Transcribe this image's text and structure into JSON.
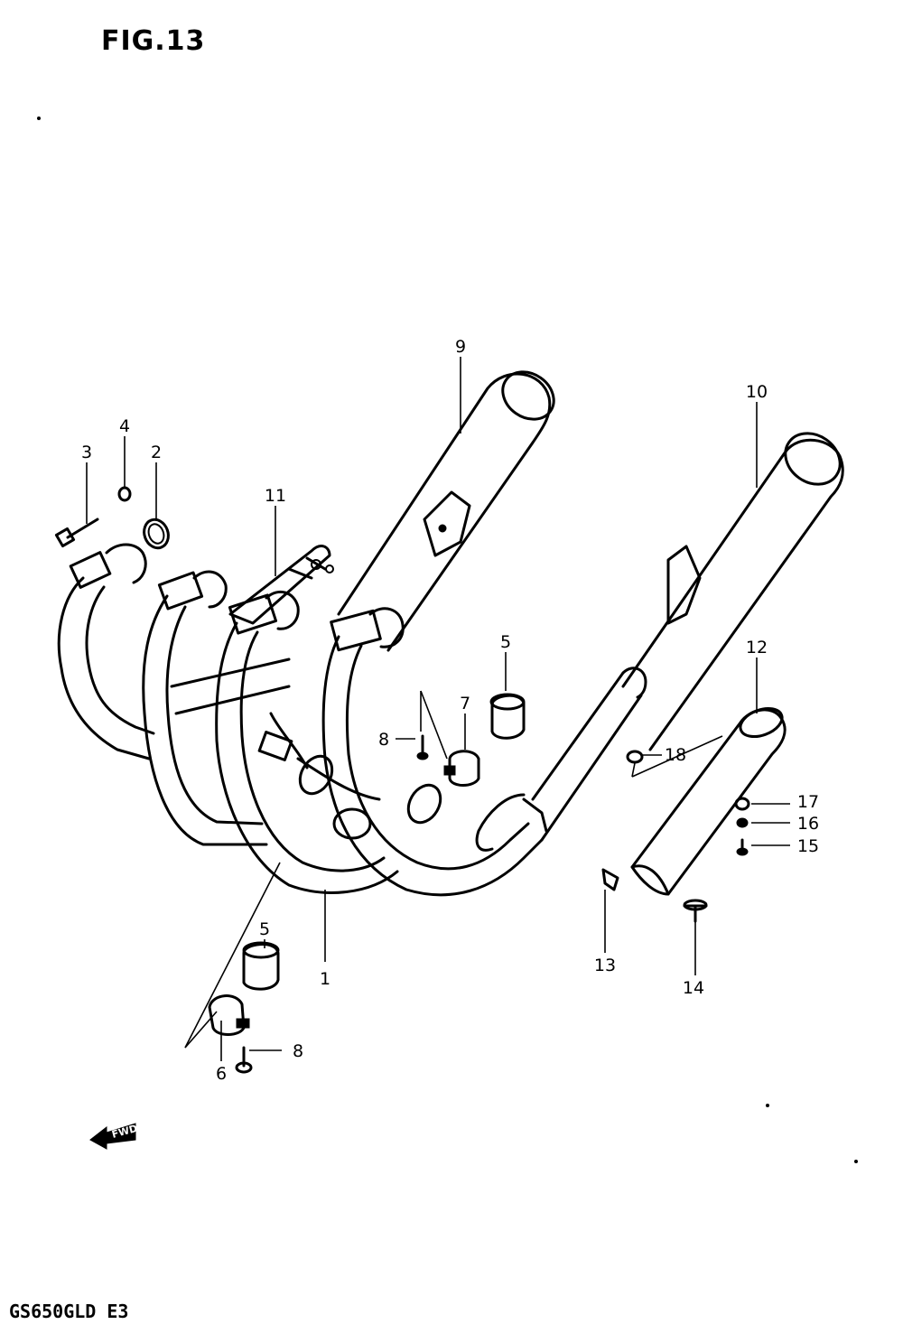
{
  "figure": {
    "title": "FIG.13",
    "model": "GS650GLD E3",
    "fwd_label": "FWD"
  },
  "callouts": [
    {
      "id": "c1",
      "label": "1"
    },
    {
      "id": "c2",
      "label": "2"
    },
    {
      "id": "c3",
      "label": "3"
    },
    {
      "id": "c4",
      "label": "4"
    },
    {
      "id": "c5a",
      "label": "5"
    },
    {
      "id": "c5b",
      "label": "5"
    },
    {
      "id": "c6",
      "label": "6"
    },
    {
      "id": "c7",
      "label": "7"
    },
    {
      "id": "c8a",
      "label": "8"
    },
    {
      "id": "c8b",
      "label": "8"
    },
    {
      "id": "c9",
      "label": "9"
    },
    {
      "id": "c10",
      "label": "10"
    },
    {
      "id": "c11",
      "label": "11"
    },
    {
      "id": "c12",
      "label": "12"
    },
    {
      "id": "c13",
      "label": "13"
    },
    {
      "id": "c14",
      "label": "14"
    },
    {
      "id": "c15",
      "label": "15"
    },
    {
      "id": "c16",
      "label": "16"
    },
    {
      "id": "c17",
      "label": "17"
    },
    {
      "id": "c18",
      "label": "18"
    }
  ]
}
